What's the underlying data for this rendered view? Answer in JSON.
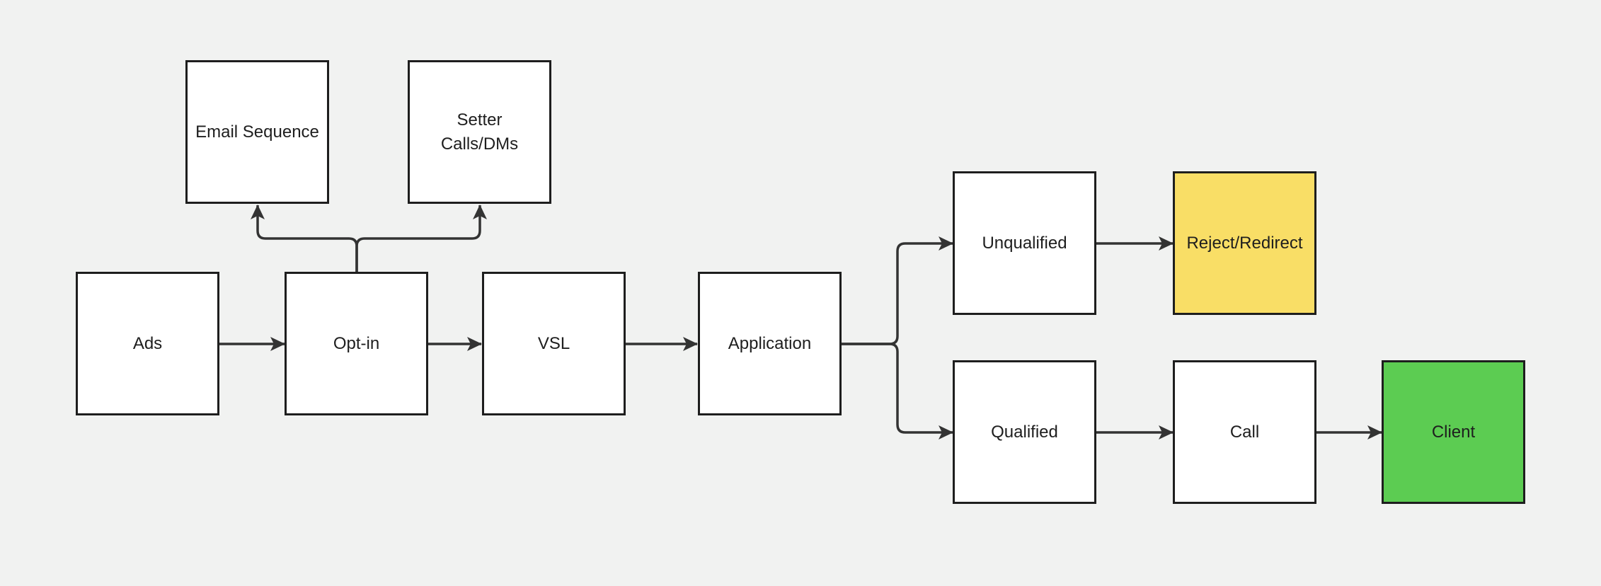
{
  "colors": {
    "background": "#f1f2f1",
    "node_fill": "#ffffff",
    "node_border": "#1e1e1e",
    "connector": "#333333",
    "reject_fill": "#f9de66",
    "client_fill": "#5ccc52"
  },
  "nodes": {
    "email": {
      "label": "Email Sequence"
    },
    "setter": {
      "label": "Setter\nCalls/DMs"
    },
    "ads": {
      "label": "Ads"
    },
    "optin": {
      "label": "Opt-in"
    },
    "vsl": {
      "label": "VSL"
    },
    "application": {
      "label": "Application"
    },
    "unqualified": {
      "label": "Unqualified"
    },
    "reject": {
      "label": "Reject/Redirect",
      "fill": "#f9de66"
    },
    "qualified": {
      "label": "Qualified"
    },
    "call": {
      "label": "Call"
    },
    "client": {
      "label": "Client",
      "fill": "#5ccc52"
    }
  },
  "edges": [
    {
      "from": "ads",
      "to": "optin"
    },
    {
      "from": "optin",
      "to": "vsl"
    },
    {
      "from": "vsl",
      "to": "application"
    },
    {
      "from": "optin",
      "to": "email"
    },
    {
      "from": "optin",
      "to": "setter"
    },
    {
      "from": "application",
      "to": "unqualified"
    },
    {
      "from": "application",
      "to": "qualified"
    },
    {
      "from": "unqualified",
      "to": "reject"
    },
    {
      "from": "qualified",
      "to": "call"
    },
    {
      "from": "call",
      "to": "client"
    }
  ]
}
